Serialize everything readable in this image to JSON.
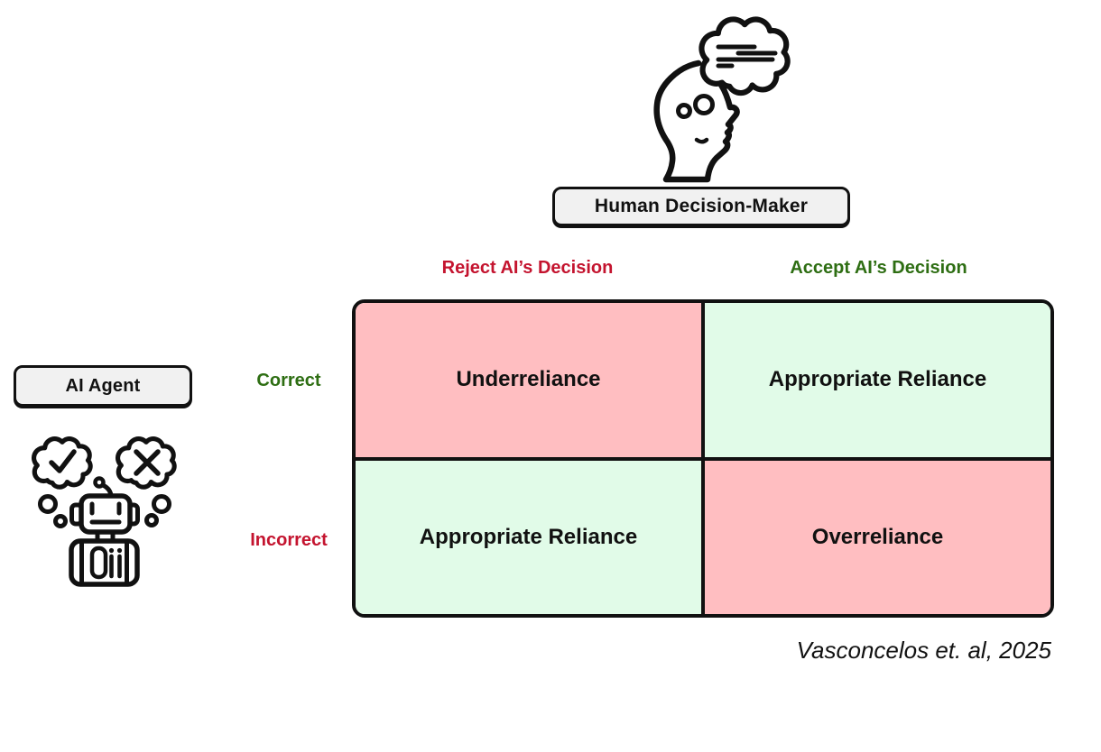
{
  "theme": {
    "bg": "#ffffff",
    "ink": "#111111",
    "red": "#C4142F",
    "green": "#2E6E13",
    "cell-pink": "#FFBEC1",
    "cell-mint": "#E1FBE8",
    "box-bg": "#F1F1F1"
  },
  "human": {
    "label": "Human Decision-Maker",
    "icon": "human-profile-with-thought-cloud"
  },
  "agent": {
    "label": "AI Agent",
    "icon": "robot-with-thought-clouds",
    "thoughts": [
      "checkmark",
      "cross"
    ]
  },
  "matrix": {
    "columns": [
      {
        "label": "Reject AI’s Decision",
        "tone": "negative"
      },
      {
        "label": "Accept AI’s Decision",
        "tone": "positive"
      }
    ],
    "rows": [
      {
        "label": "Correct",
        "tone": "positive"
      },
      {
        "label": "Incorrect",
        "tone": "negative"
      }
    ],
    "cells": [
      {
        "label": "Underreliance",
        "tone": "negative"
      },
      {
        "label": "Appropriate Reliance",
        "tone": "positive"
      },
      {
        "label": "Appropriate Reliance",
        "tone": "positive"
      },
      {
        "label": "Overreliance",
        "tone": "negative"
      }
    ]
  },
  "citation": {
    "text": "Vasconcelos et. al, 2025"
  }
}
